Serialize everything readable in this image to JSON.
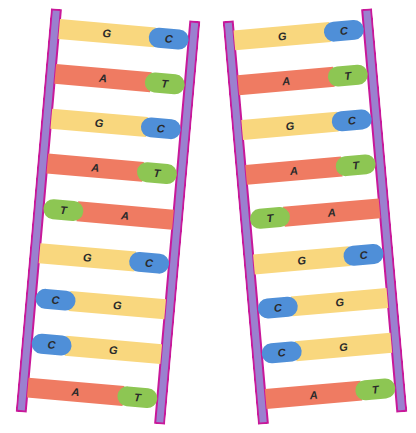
{
  "diagram": {
    "nodes": [
      {
        "text": [
          "G"
        ]
      },
      {
        "text": [
          "C"
        ]
      },
      {
        "text": [
          "A"
        ]
      },
      {
        "text": [
          "T"
        ]
      },
      {
        "text": [
          "G"
        ]
      },
      {
        "text": [
          "C"
        ]
      },
      {
        "text": [
          "A"
        ]
      },
      {
        "text": [
          "T"
        ]
      },
      {
        "text": [
          "T"
        ]
      },
      {
        "text": [
          "A"
        ]
      },
      {
        "text": [
          "G"
        ]
      },
      {
        "text": [
          "C"
        ]
      },
      {
        "text": [
          "C"
        ]
      },
      {
        "text": [
          "G"
        ]
      },
      {
        "text": [
          "C"
        ]
      },
      {
        "text": [
          "G"
        ]
      },
      {
        "text": [
          "A"
        ]
      },
      {
        "text": [
          "T"
        ]
      },
      {
        "text": [
          "G"
        ]
      },
      {
        "text": [
          "C"
        ]
      },
      {
        "text": [
          "A"
        ]
      },
      {
        "text": [
          "T"
        ]
      },
      {
        "text": [
          "G"
        ]
      },
      {
        "text": [
          "C"
        ]
      },
      {
        "text": [
          "A"
        ]
      },
      {
        "text": [
          "T"
        ]
      },
      {
        "text": [
          "T"
        ]
      },
      {
        "text": [
          "A"
        ]
      },
      {
        "text": [
          "G"
        ]
      },
      {
        "text": [
          "C"
        ]
      },
      {
        "text": [
          "C"
        ]
      },
      {
        "text": [
          "G"
        ]
      },
      {
        "text": [
          "C"
        ]
      },
      {
        "text": [
          "G"
        ]
      },
      {
        "text": [
          "A"
        ]
      },
      {
        "text": [
          "T"
        ]
      }
    ]
  }
}
